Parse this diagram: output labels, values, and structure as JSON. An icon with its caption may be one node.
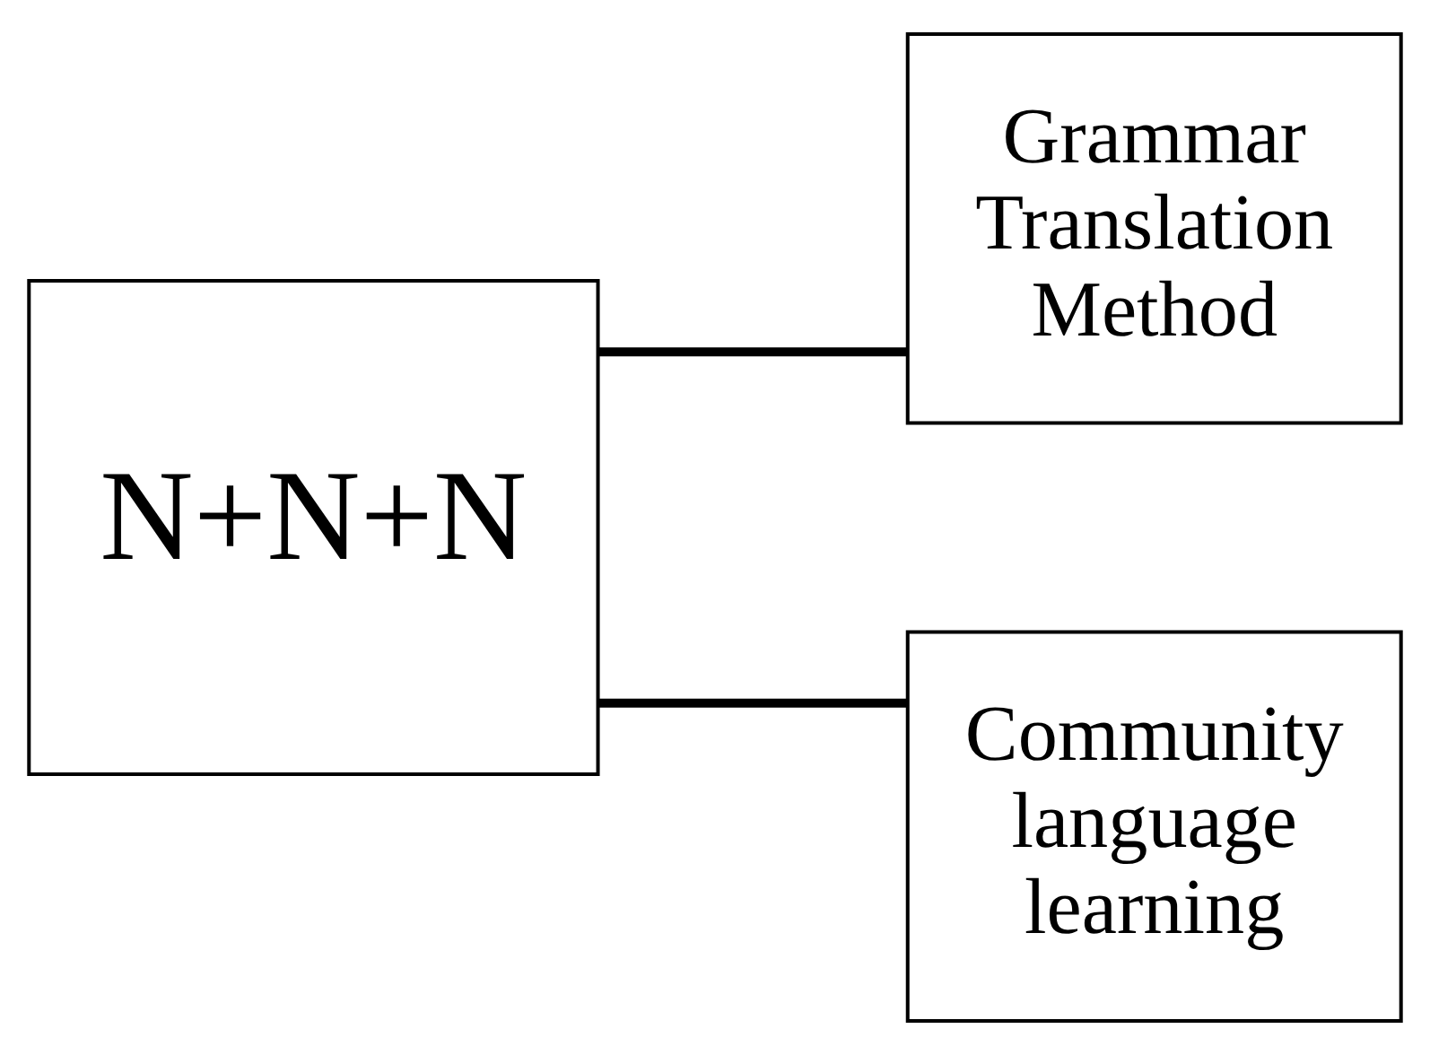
{
  "diagram": {
    "nodes": [
      {
        "text": [
          "N+N+N"
        ]
      },
      {
        "text": [
          "Grammar Translation Method"
        ]
      },
      {
        "text": [
          "Community language learning"
        ]
      }
    ],
    "edges": [
      {
        "from": 0,
        "to": 1,
        "arrow": "none"
      },
      {
        "from": 0,
        "to": 2,
        "arrow": "none"
      }
    ]
  }
}
